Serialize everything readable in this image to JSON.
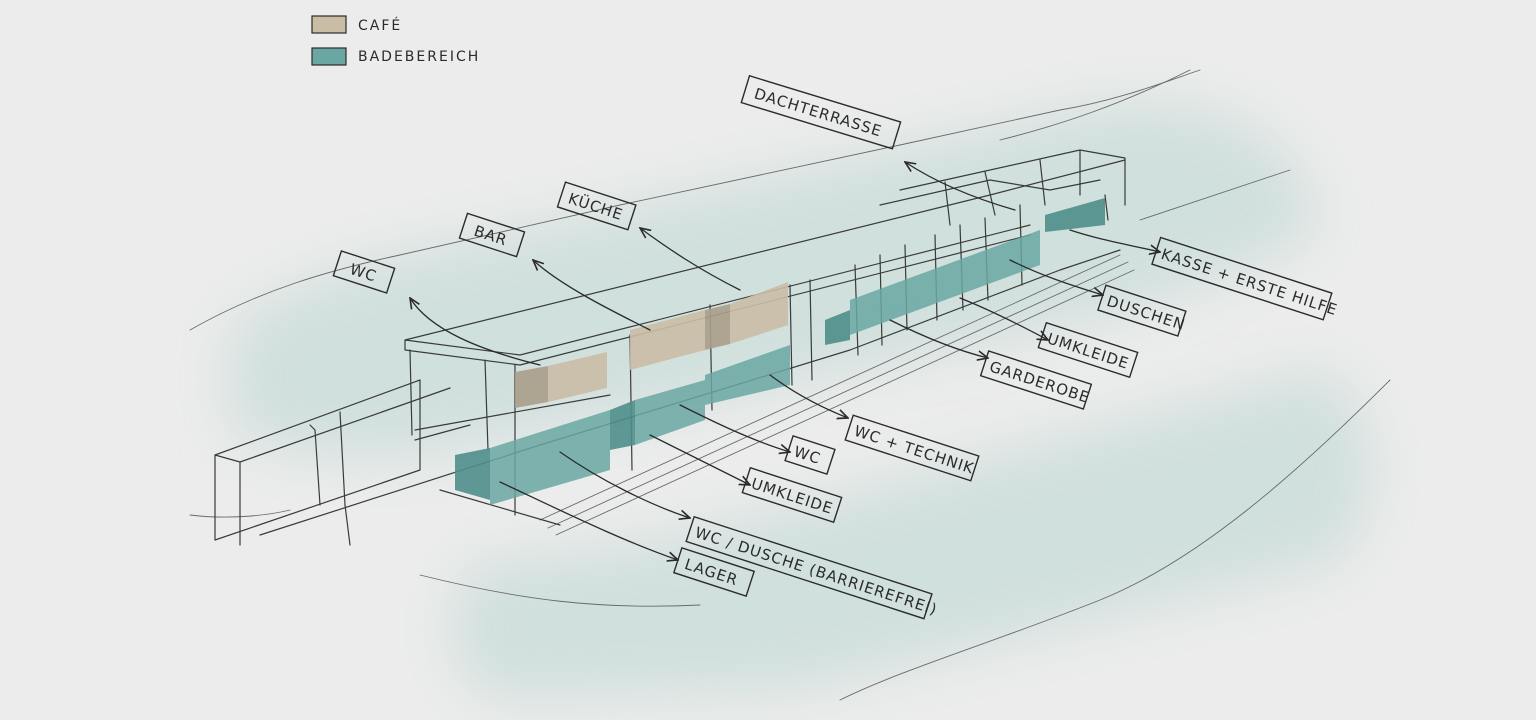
{
  "legend": {
    "items": [
      {
        "label": "CAFÉ",
        "color": "#c9bda6"
      },
      {
        "label": "BADEBEREICH",
        "color": "#6aa7a2"
      }
    ]
  },
  "labels": {
    "dachterrasse": "DACHTERRASSE",
    "kueche": "KÜCHE",
    "bar": "BAR",
    "wc_top": "WC",
    "kasse": "KASSE + ERSTE HILFE",
    "duschen": "DUSCHEN",
    "umkleide_right": "UMKLEIDE",
    "garderobe": "GARDEROBE",
    "wc_technik": "WC + TECHNIK",
    "wc_mid": "WC",
    "umkleide_left": "UMKLEIDE",
    "wc_dusche": "WC / DUSCHE (BARRIEREFREI)",
    "lager": "LAGER"
  },
  "colors": {
    "cafe": "#c9bda6",
    "cafe_dark": "#a99f89",
    "bade": "#6aa7a2",
    "bade_dark": "#4f8e8a",
    "water": "#c7dcd8"
  }
}
